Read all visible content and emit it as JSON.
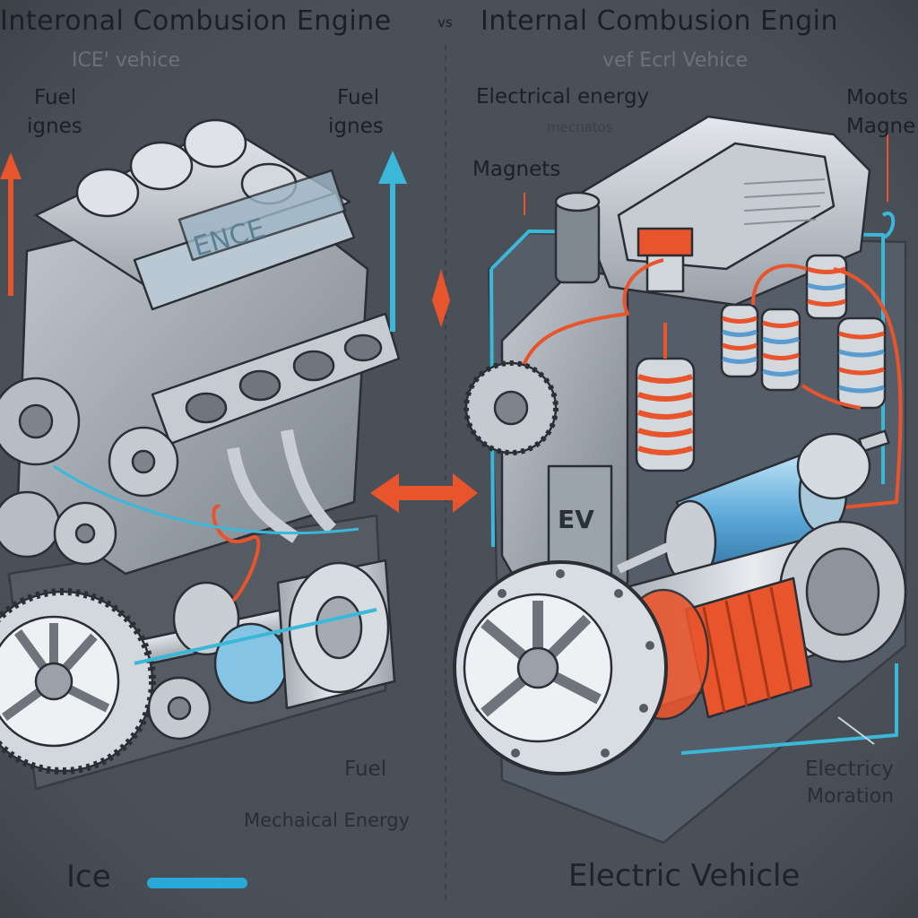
{
  "titles": {
    "left": "Interonal Combusion Engine",
    "vs": "vs",
    "right": "Internal Combusion Engin"
  },
  "subtitles": {
    "left": "ICE' vehice",
    "right": "vef Ecrl Vehice"
  },
  "left_labels": {
    "fuel_1": "Fuel",
    "ignes_1": "ignes",
    "fuel_2": "Fuel",
    "ignes_2": "ignes",
    "engine_plate": "ENCE",
    "fuel_3": "Fuel",
    "mech_energy": "Mechaical Energy",
    "footer": "Ice"
  },
  "right_labels": {
    "electrical_energy": "Electrical energy",
    "meaning": "mecnatos",
    "magnets": "Magnets",
    "moots": "Moots",
    "magne": "Magne",
    "ev_badge": "EV",
    "electricy": "Electricy",
    "moration": "Moration",
    "footer": "Electric Vehicle"
  },
  "colors": {
    "background": "#4a5058",
    "metal": "#c9ced4",
    "metal_dark": "#8d949c",
    "outline": "#2b2f35",
    "orange": "#e8542c",
    "cyan": "#3bb8d8",
    "blue": "#5a9bd0"
  },
  "icons": {
    "left_arrow_up_orange": "arrow-up-icon",
    "left_arrow_up_cyan": "arrow-up-icon",
    "center_arrow_double_vertical": "double-arrow-icon",
    "center_arrow_double_horizontal": "double-arrow-icon"
  }
}
